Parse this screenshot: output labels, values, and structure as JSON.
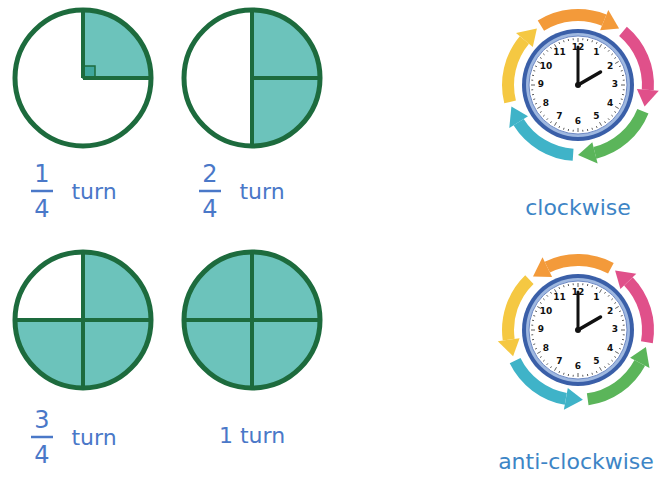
{
  "diagram": {
    "labels": [
      "1",
      "4",
      "turn",
      "2",
      "4",
      "turn",
      "clockwise",
      "3",
      "4",
      "turn",
      "1 turn",
      "anti-clockwise",
      "12",
      "1",
      "2",
      "3",
      "4",
      "5",
      "6",
      "7",
      "8",
      "9",
      "10",
      "11",
      "12",
      "1",
      "2",
      "3",
      "4",
      "5",
      "6",
      "7",
      "8",
      "9",
      "10",
      "11"
    ]
  }
}
